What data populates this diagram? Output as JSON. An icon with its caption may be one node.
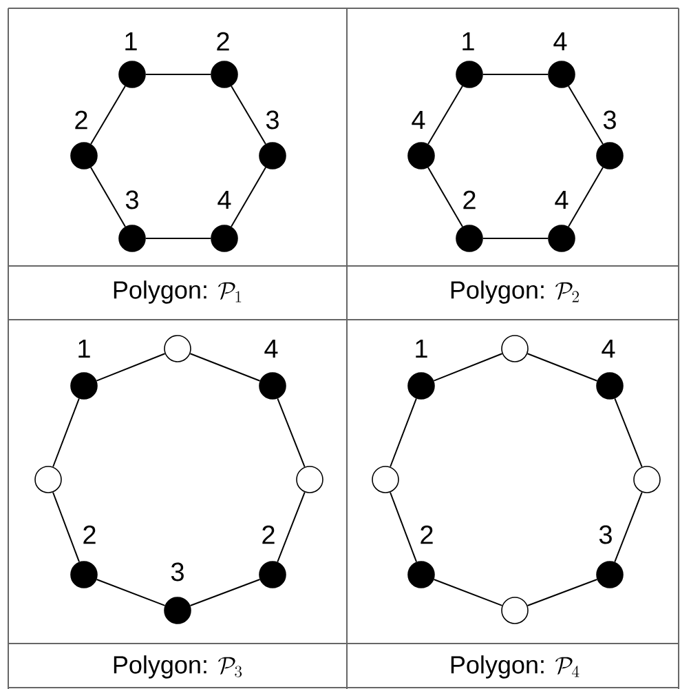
{
  "diagram": {
    "nodes": [
      {
        "text": [],
        "shape": "dot",
        "beside": [
          "1"
        ]
      },
      {
        "text": [],
        "shape": "dot",
        "beside": [
          "2"
        ]
      },
      {
        "text": [],
        "shape": "dot",
        "beside": [
          "3"
        ]
      },
      {
        "text": [],
        "shape": "dot",
        "beside": [
          "4"
        ]
      },
      {
        "text": [],
        "shape": "dot",
        "beside": [
          "3"
        ]
      },
      {
        "text": [],
        "shape": "dot",
        "beside": [
          "2"
        ]
      },
      {
        "text": [],
        "shape": "dot",
        "beside": [
          "1"
        ]
      },
      {
        "text": [],
        "shape": "dot",
        "beside": [
          "4"
        ]
      },
      {
        "text": [],
        "shape": "dot",
        "beside": [
          "3"
        ]
      },
      {
        "text": [],
        "shape": "dot",
        "beside": [
          "4"
        ]
      },
      {
        "text": [],
        "shape": "dot",
        "beside": [
          "2"
        ]
      },
      {
        "text": [],
        "shape": "dot",
        "beside": [
          "4"
        ]
      },
      {
        "text": [],
        "shape": "dot",
        "beside": [
          "1"
        ]
      },
      {
        "text": [],
        "shape": "circle"
      },
      {
        "text": [],
        "shape": "dot",
        "beside": [
          "4"
        ]
      },
      {
        "text": [],
        "shape": "circle"
      },
      {
        "text": [],
        "shape": "dot",
        "beside": [
          "2"
        ]
      },
      {
        "text": [],
        "shape": "dot",
        "beside": [
          "3"
        ]
      },
      {
        "text": [],
        "shape": "dot",
        "beside": [
          "2"
        ]
      },
      {
        "text": [],
        "shape": "circle"
      },
      {
        "text": [],
        "shape": "dot",
        "beside": [
          "1"
        ]
      },
      {
        "text": [],
        "shape": "circle"
      },
      {
        "text": [],
        "shape": "dot",
        "beside": [
          "4"
        ]
      },
      {
        "text": [],
        "shape": "circle"
      },
      {
        "text": [],
        "shape": "dot",
        "beside": [
          "3"
        ]
      },
      {
        "text": [],
        "shape": "circle"
      },
      {
        "text": [],
        "shape": "dot",
        "beside": [
          "2"
        ]
      },
      {
        "text": [],
        "shape": "circle"
      }
    ],
    "edges": [
      {
        "from": 0,
        "to": 1,
        "arrow": "none"
      },
      {
        "from": 1,
        "to": 2,
        "arrow": "none"
      },
      {
        "from": 2,
        "to": 3,
        "arrow": "none"
      },
      {
        "from": 3,
        "to": 4,
        "arrow": "none"
      },
      {
        "from": 4,
        "to": 5,
        "arrow": "none"
      },
      {
        "from": 5,
        "to": 0,
        "arrow": "none"
      },
      {
        "from": 6,
        "to": 7,
        "arrow": "none"
      },
      {
        "from": 7,
        "to": 8,
        "arrow": "none"
      },
      {
        "from": 8,
        "to": 9,
        "arrow": "none"
      },
      {
        "from": 9,
        "to": 10,
        "arrow": "none"
      },
      {
        "from": 10,
        "to": 11,
        "arrow": "none"
      },
      {
        "from": 11,
        "to": 6,
        "arrow": "none"
      },
      {
        "from": 12,
        "to": 13,
        "arrow": "none"
      },
      {
        "from": 13,
        "to": 14,
        "arrow": "none"
      },
      {
        "from": 14,
        "to": 15,
        "arrow": "none"
      },
      {
        "from": 15,
        "to": 16,
        "arrow": "none"
      },
      {
        "from": 16,
        "to": 17,
        "arrow": "none"
      },
      {
        "from": 17,
        "to": 18,
        "arrow": "none"
      },
      {
        "from": 18,
        "to": 19,
        "arrow": "none"
      },
      {
        "from": 19,
        "to": 12,
        "arrow": "none"
      },
      {
        "from": 20,
        "to": 21,
        "arrow": "none"
      },
      {
        "from": 21,
        "to": 22,
        "arrow": "none"
      },
      {
        "from": 22,
        "to": 23,
        "arrow": "none"
      },
      {
        "from": 23,
        "to": 24,
        "arrow": "none"
      },
      {
        "from": 24,
        "to": 25,
        "arrow": "none"
      },
      {
        "from": 25,
        "to": 26,
        "arrow": "none"
      },
      {
        "from": 26,
        "to": 27,
        "arrow": "none"
      },
      {
        "from": 27,
        "to": 20,
        "arrow": "none"
      }
    ],
    "labels": [
      "\\text{Polygon: }\\mathcal{P}_1",
      "\\text{Polygon: }\\mathcal{P}_2",
      "\\text{Polygon: }\\mathcal{P}_3",
      "\\text{Polygon: }\\mathcal{P}_4"
    ]
  }
}
